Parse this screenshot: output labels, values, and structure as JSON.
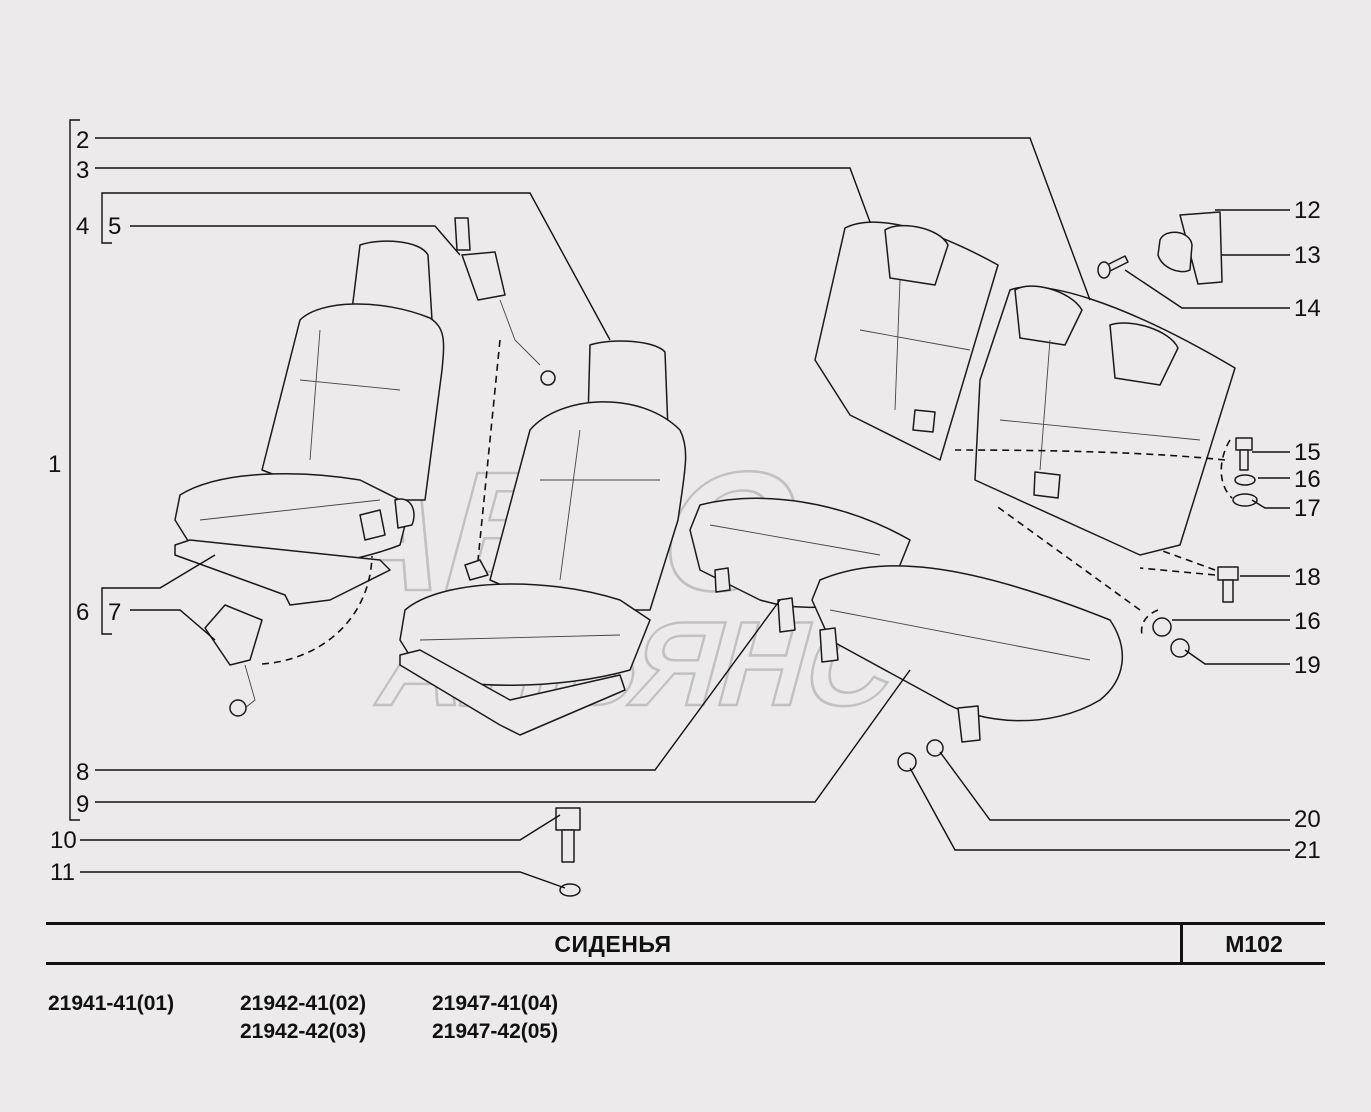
{
  "callouts": {
    "c1": "1",
    "c2": "2",
    "c3": "3",
    "c4": "4",
    "c5": "5",
    "c6": "6",
    "c7": "7",
    "c8": "8",
    "c9": "9",
    "c10": "10",
    "c11": "11",
    "c12": "12",
    "c13": "13",
    "c14": "14",
    "c15": "15",
    "c16a": "16",
    "c16b": "16",
    "c17": "17",
    "c18": "18",
    "c19": "19",
    "c20": "20",
    "c21": "21"
  },
  "watermark": {
    "line1": "АВТО",
    "line2": "АЛЬЯНС"
  },
  "title_block": {
    "title": "СИДЕНЬЯ",
    "code": "М102"
  },
  "models": {
    "col1": [
      "21941-41(01)"
    ],
    "col2": [
      "21942-41(02)",
      "21942-42(03)"
    ],
    "col3": [
      "21947-41(04)",
      "21947-42(05)"
    ]
  }
}
